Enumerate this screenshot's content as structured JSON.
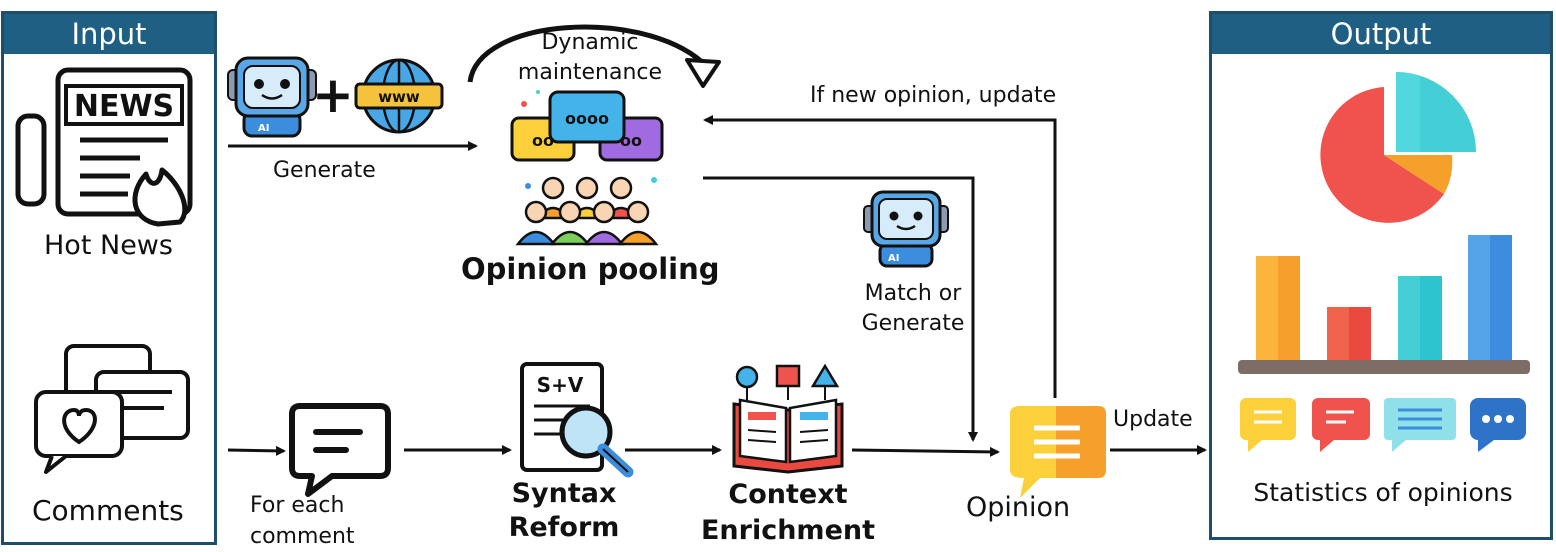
{
  "panels": {
    "input_title": "Input",
    "output_title": "Output"
  },
  "sources": {
    "news_label": "Hot News",
    "comments_label": "Comments"
  },
  "steps": {
    "generate": "Generate",
    "dynamic_line1": "Dynamic",
    "dynamic_line2": "maintenance",
    "pooling": "Opinion pooling",
    "update_if_new": "If new opinion, update",
    "match_line1": "Match or",
    "match_line2": "Generate",
    "for_each_line1": "For each",
    "for_each_line2": "comment",
    "syntax_line1": "Syntax",
    "syntax_line2": "Reform",
    "context_line1": "Context",
    "context_line2": "Enrichment",
    "opinion": "Opinion",
    "update": "Update",
    "statistics": "Statistics of opinions"
  },
  "icons": {
    "news_badge": "NEWS",
    "www_badge": "www",
    "ai_badge": "AI",
    "svo_badge": "S+V",
    "plus_sign": "+"
  },
  "colors": {
    "panel_header": "#1f5f84",
    "arrow": "#111111",
    "red": "#f0534d",
    "orange": "#f5a02a",
    "teal": "#44cfd6",
    "blue": "#3c8dde",
    "yellow": "#fbd03b",
    "purple": "#a06be0"
  }
}
